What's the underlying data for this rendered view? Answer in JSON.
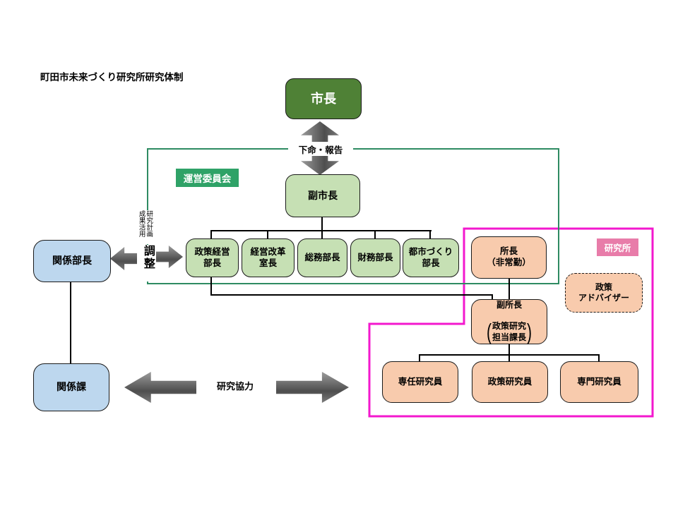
{
  "title": "町田市未来づくり研究所研究体制",
  "colors": {
    "mayor_green": "#4F8136",
    "light_green": "#C6E0B4",
    "committee_green": "#2FA267",
    "border_green": "#2E8B62",
    "light_blue": "#BDD7EE",
    "orange": "#F8CBAD",
    "pink_label": "#E87CA9",
    "pink_border": "#F318CE"
  },
  "org": {
    "mayor": "市長",
    "command_report": "下命・報告",
    "steering_committee": "運営委員会",
    "deputy_mayor": "副市長",
    "departments": [
      "政策経営\n部長",
      "経営改革\n室長",
      "総務部長",
      "財務部長",
      "都市づくり\n部長"
    ],
    "institute_label": "研究所",
    "director": "所長\n（非常勤）",
    "policy_advisor": "政策\nアドバイザー",
    "deputy_director": {
      "title": "副所長",
      "paren_open": "(",
      "body": "政策研究\n担当課長",
      "paren_close": ")"
    },
    "researchers": [
      "専任研究員",
      "政策研究員",
      "専門研究員"
    ],
    "related_manager": "関係部長",
    "related_section": "関係課",
    "vertical_note_right": "研究計画",
    "vertical_note_left": "成果活用",
    "coordination": "調整",
    "research_cooperation": "研究協力"
  }
}
